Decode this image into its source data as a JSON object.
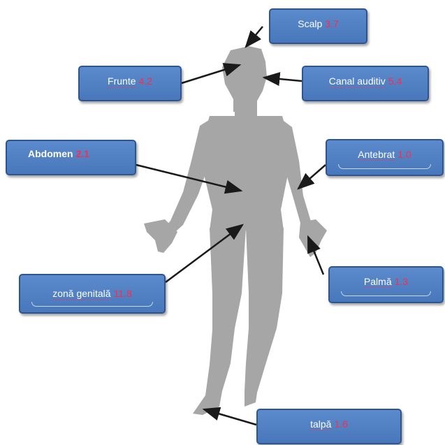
{
  "labels": {
    "scalp": {
      "name": "Scalp",
      "value": "3.7"
    },
    "frunte": {
      "name": "Frunte",
      "value": "4.2"
    },
    "canal": {
      "name": "Canal auditiv",
      "value": "5.4"
    },
    "abdomen": {
      "name": "Abdomen",
      "value": "2.1"
    },
    "antebrat": {
      "name": "Antebrat",
      "value": "1.0"
    },
    "palma": {
      "name": "Palmă",
      "value": "1.3"
    },
    "genital": {
      "name": "zonă  genitală",
      "value": "11.8"
    },
    "talpa": {
      "name": "talpă",
      "value": "1.6"
    }
  },
  "colors": {
    "box_fill": "#4f80c4",
    "box_border": "#2f5590",
    "value_text": "#ff2a4a",
    "silhouette": "#a6a6a6",
    "arrow": "#1a1a1a"
  }
}
